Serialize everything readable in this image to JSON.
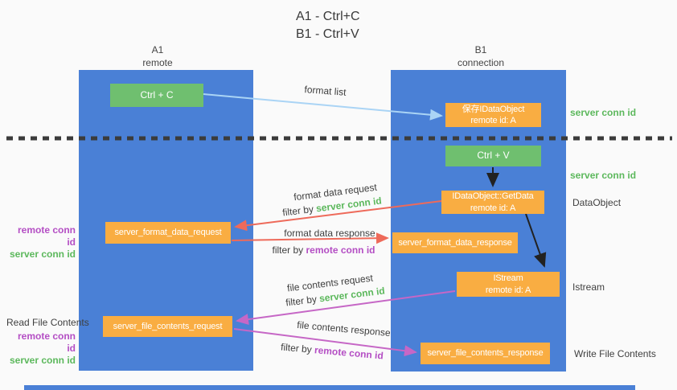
{
  "title": {
    "line1": "A1 - Ctrl+C",
    "line2": "B1 - Ctrl+V"
  },
  "lanes": {
    "a1": {
      "name": "A1",
      "subtitle": "remote"
    },
    "b1": {
      "name": "B1",
      "subtitle": "connection"
    }
  },
  "nodes": {
    "ctrl_c": {
      "label": "Ctrl + C"
    },
    "ctrl_v": {
      "label": "Ctrl + V"
    },
    "save_dataobject": {
      "line1": "保存IDataObject",
      "line2": "remote id: A"
    },
    "getdata": {
      "line1": "IDataObject::GetData",
      "line2": "remote id: A"
    },
    "istream": {
      "line1": "IStream",
      "line2": "remote id: A"
    },
    "server_format_data_request": {
      "label": "server_format_data_request"
    },
    "server_format_data_response": {
      "label": "server_format_data_response"
    },
    "server_file_contents_request": {
      "label": "server_file_contents_request"
    },
    "server_file_contents_response": {
      "label": "server_file_contents_response"
    }
  },
  "side_labels": {
    "server_conn_id_top": "server conn id",
    "server_conn_id_mid": "server conn id",
    "dataobject": "DataObject",
    "istream": "Istream",
    "write_file_contents": "Write File Contents",
    "read_file_contents": "Read File Contents",
    "format_block": {
      "remote": "remote conn id",
      "server": "server conn id"
    },
    "file_block": {
      "remote": "remote conn id",
      "server": "server conn id"
    }
  },
  "arrows": {
    "format_list": {
      "label": "format list"
    },
    "format_request": {
      "label": "format data request",
      "filter_prefix": "filter by ",
      "filter_key": "server conn id"
    },
    "format_response": {
      "label": "format data response",
      "filter_prefix": "filter by ",
      "filter_key": "remote conn id"
    },
    "file_request": {
      "label": "file contents request",
      "filter_prefix": "filter by ",
      "filter_key": "server conn id"
    },
    "file_response": {
      "label": "file contents response",
      "filter_prefix": "filter by ",
      "filter_key": "remote conn id"
    }
  },
  "colors": {
    "lane_blue": "#4a80d6",
    "node_green": "#6fbf6f",
    "node_orange": "#f9ad42",
    "arrow_light_blue": "#aad4f5",
    "arrow_red": "#ee6a5a",
    "arrow_magenta": "#c667c6",
    "text_green": "#5cb85c",
    "text_purple": "#b44ec4",
    "dashed_line": "#3b3b3b"
  }
}
